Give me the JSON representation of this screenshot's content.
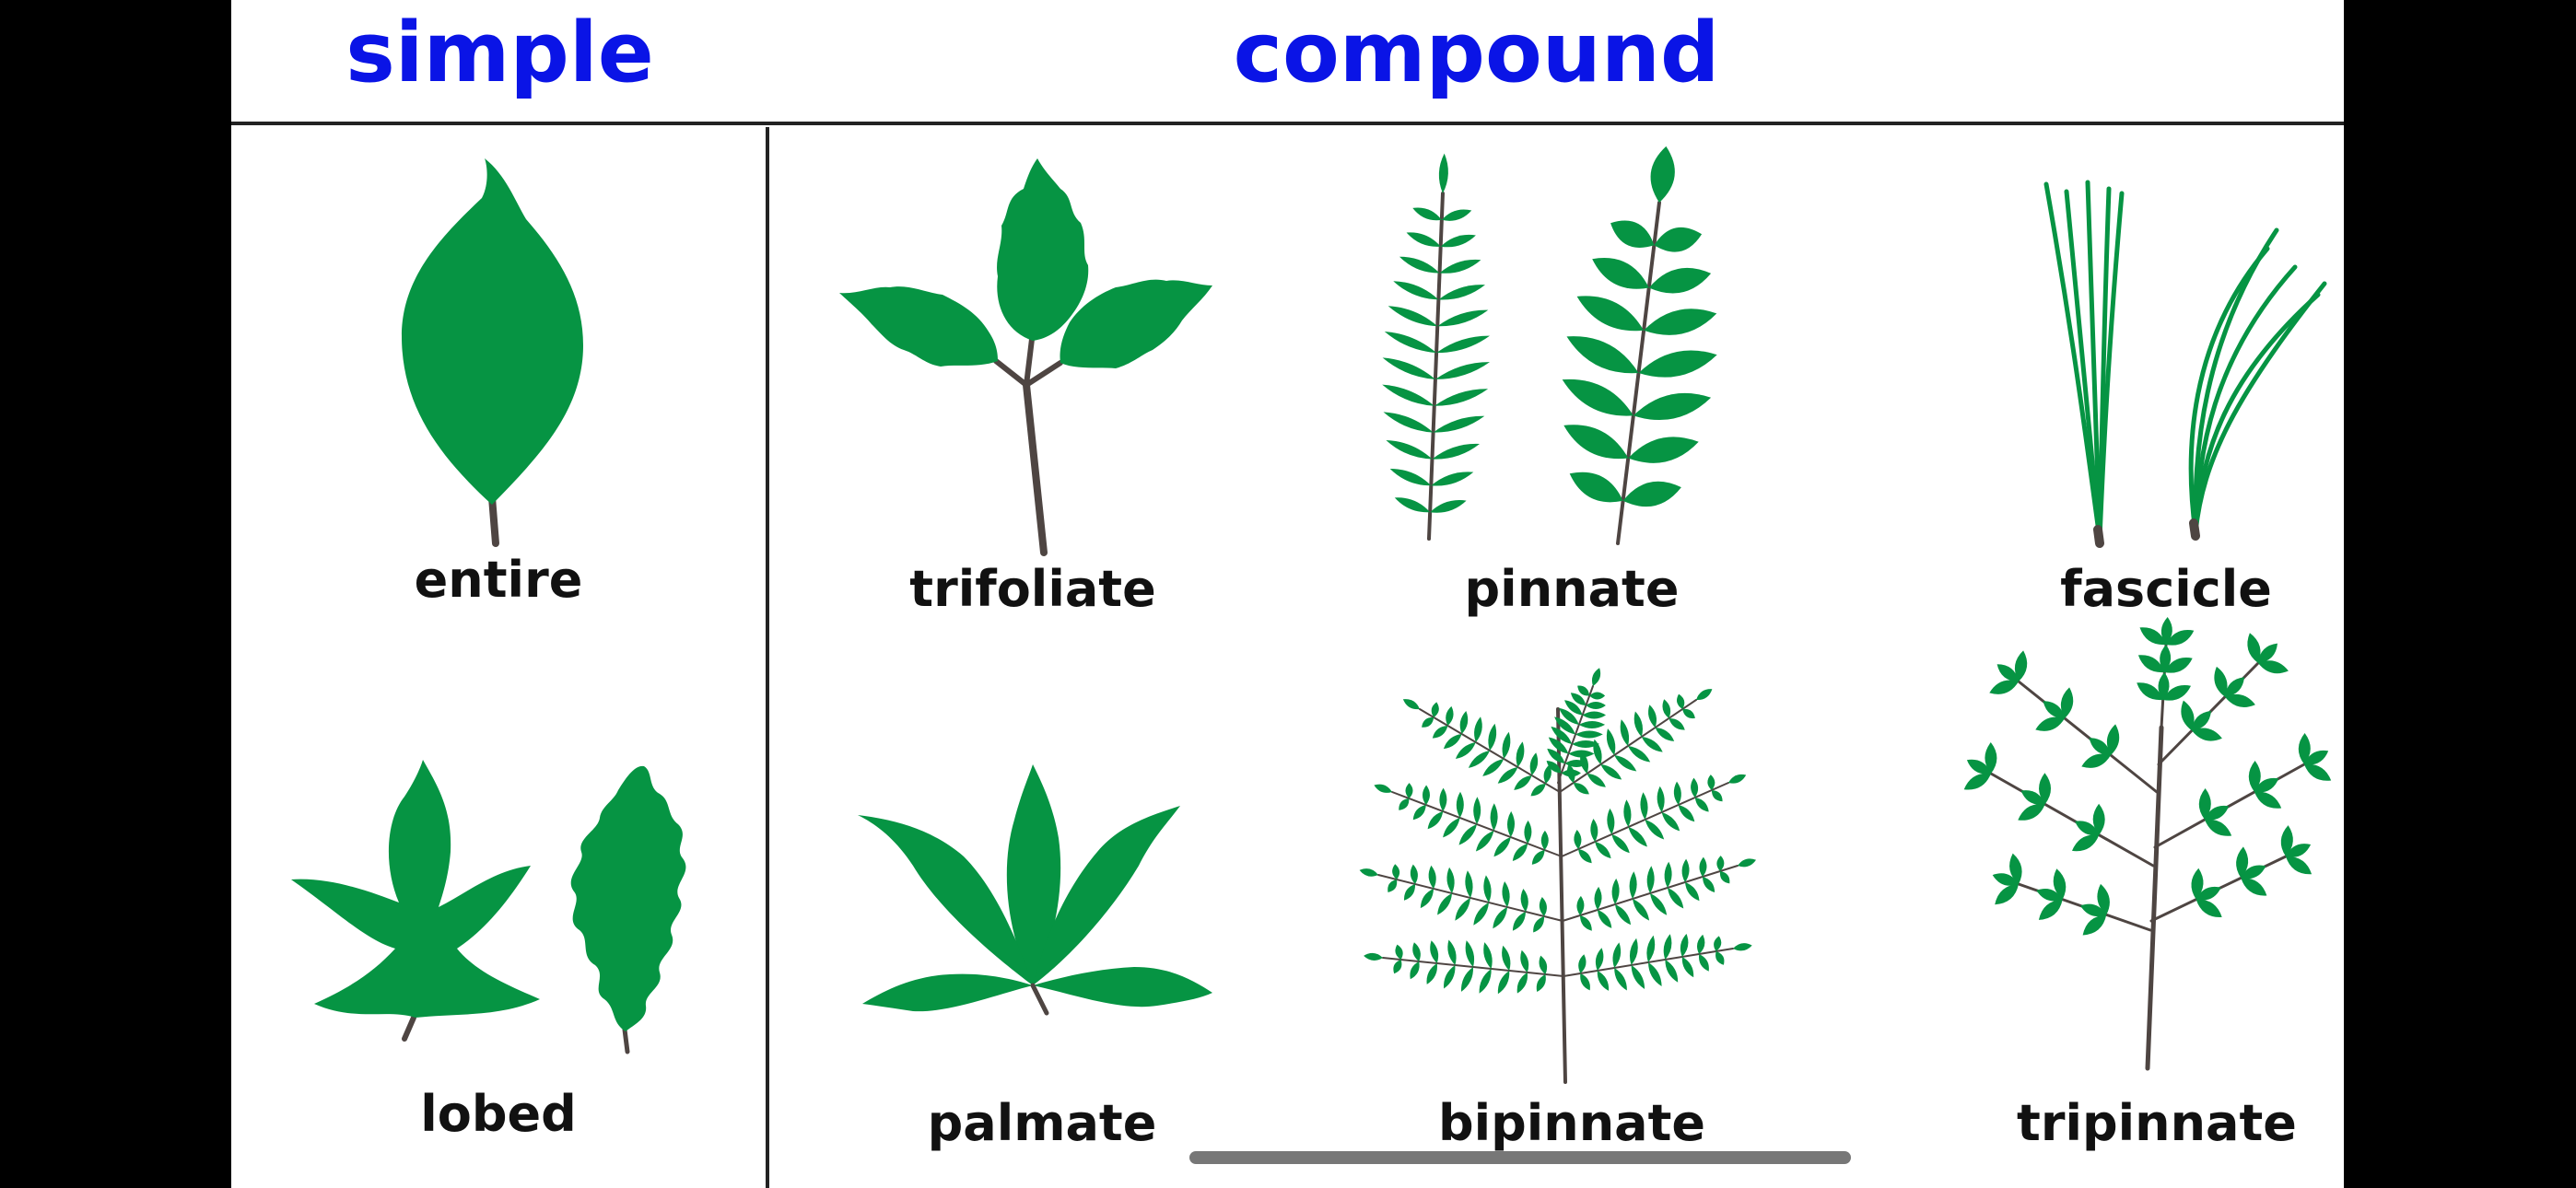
{
  "colors": {
    "background": "#000000",
    "slide": "#ffffff",
    "header_text": "#0a14e6",
    "label_text": "#111111",
    "leaf_green": "#069443",
    "stem_brown": "#4e4542",
    "divider": "#222222",
    "home_indicator": "#777777"
  },
  "headers": {
    "simple": "simple",
    "compound": "compound"
  },
  "leaves": {
    "entire": {
      "label": "entire",
      "icon": "entire-leaf-icon"
    },
    "lobed": {
      "label": "lobed",
      "icon": "lobed-leaf-icon"
    },
    "trifoliate": {
      "label": "trifoliate",
      "icon": "trifoliate-leaf-icon"
    },
    "pinnate": {
      "label": "pinnate",
      "icon": "pinnate-leaf-icon"
    },
    "fascicle": {
      "label": "fascicle",
      "icon": "fascicle-leaf-icon"
    },
    "palmate": {
      "label": "palmate",
      "icon": "palmate-leaf-icon"
    },
    "bipinnate": {
      "label": "bipinnate",
      "icon": "bipinnate-leaf-icon"
    },
    "tripinnate": {
      "label": "tripinnate",
      "icon": "tripinnate-leaf-icon"
    }
  }
}
